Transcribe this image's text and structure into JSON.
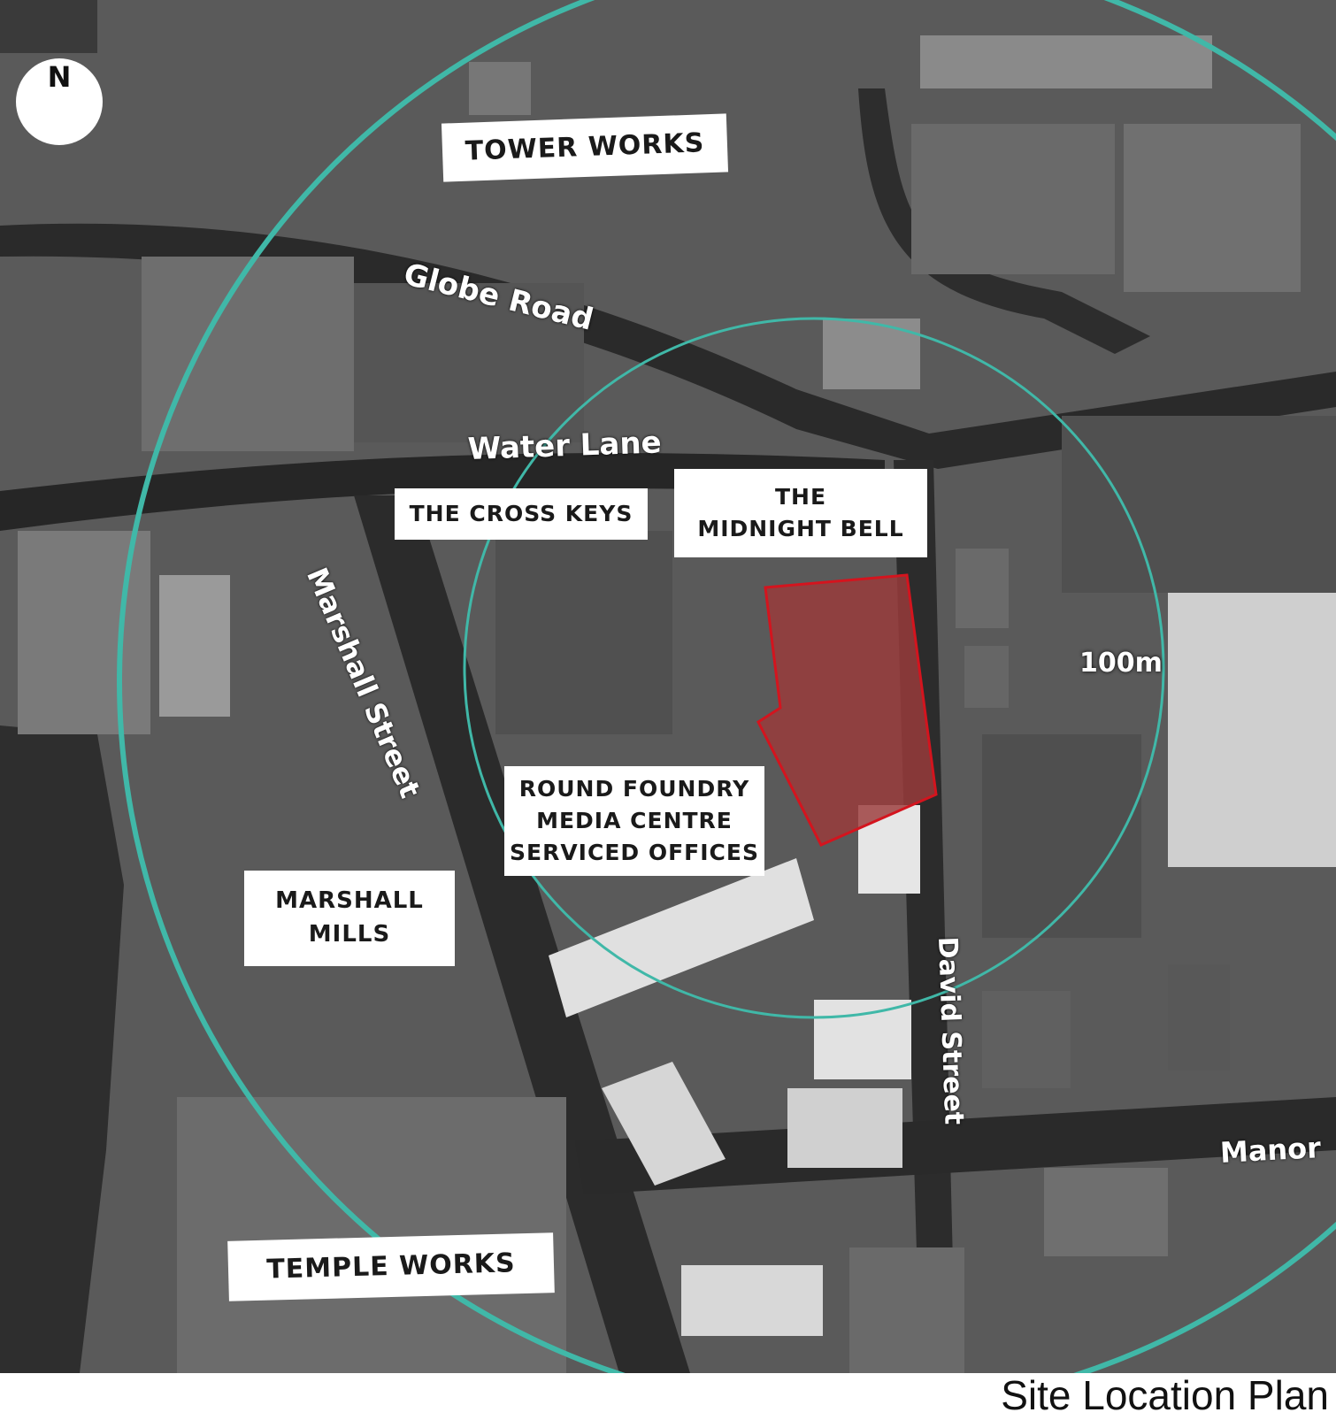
{
  "map": {
    "north_label": "N",
    "radius_label": "100m",
    "ring_color": "#40b8a8",
    "site_fill": "#9b3a3a",
    "site_outline": "#d4141e",
    "places": {
      "tower_works": "TOWER WORKS",
      "cross_keys": "THE CROSS KEYS",
      "midnight_bell_1": "THE",
      "midnight_bell_2": "MIDNIGHT BELL",
      "round_foundry_1": "ROUND FOUNDRY",
      "round_foundry_2": "MEDIA CENTRE",
      "round_foundry_3": "SERVICED OFFICES",
      "marshall_mills_1": "MARSHALL",
      "marshall_mills_2": "MILLS",
      "temple_works": "TEMPLE WORKS"
    },
    "streets": {
      "globe_road": "Globe Road",
      "water_lane": "Water Lane",
      "marshall_street": "Marshall Street",
      "david_street": "David Street",
      "manor": "Manor"
    }
  },
  "caption": "Site Location Plan"
}
